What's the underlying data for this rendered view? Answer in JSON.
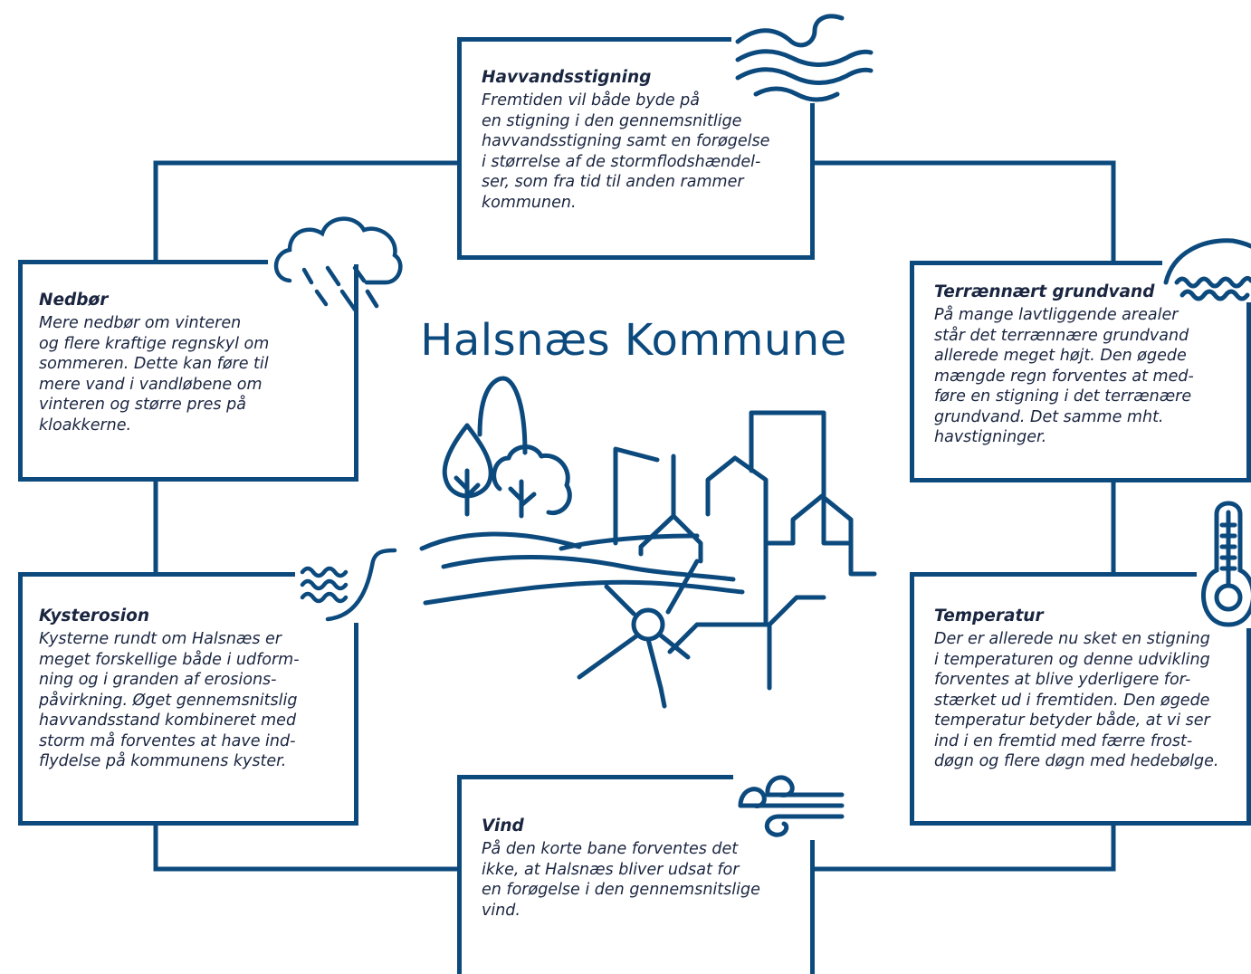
{
  "colors": {
    "accent": "#0c4a7e",
    "text": "#1a2540",
    "background": "#ffffff"
  },
  "title": "Halsnæs Kommune",
  "boxes": {
    "havvand": {
      "heading": "Havvandsstigning",
      "text": "Fremtiden vil både byde på\nen stigning i den gennemsnitlige\nhavvandsstigning samt en forøgelse\ni størrelse af de stormflodshændel-\nser, som fra tid til anden rammer\nkommunen.",
      "icon": "waves-icon"
    },
    "nedbor": {
      "heading": "Nedbør",
      "text": "Mere nedbør om vinteren\nog flere kraftige regnskyl om\nsommeren. Dette kan føre til\nmere vand i vandløbene om\nvinteren og større pres på\nkloakkerne.",
      "icon": "rain-cloud-icon"
    },
    "grundvand": {
      "heading": "Terrænnært grundvand",
      "text": "På mange lavtliggende arealer\nstår det terrænnære grundvand\nallerede meget højt. Den øgede\nmængde regn forventes at med-\nføre en stigning i det terrænære\ngrundvand. Det samme mht.\nhavstigninger.",
      "icon": "groundwater-icon"
    },
    "kysterosion": {
      "heading": "Kysterosion",
      "text": "Kysterne rundt om Halsnæs er\nmeget forskellige både i udform-\nning og i granden af erosions-\npåvirkning. Øget gennemsnitslig\nhavvandsstand kombineret med\nstorm må forventes at have ind-\nflydelse på kommunens kyster.",
      "icon": "coast-erosion-icon"
    },
    "temperatur": {
      "heading": "Temperatur",
      "text": "Der er allerede nu sket en stigning\ni temperaturen og denne udvikling\nforventes at blive yderligere for-\nstærket ud i fremtiden. Den øgede\ntemperatur betyder både, at vi ser\nind i en fremtid med færre frost-\ndøgn og flere døgn med hedebølge.",
      "icon": "thermometer-icon"
    },
    "vind": {
      "heading": "Vind",
      "text": "På den korte bane forventes det\nikke, at Halsnæs bliver udsat for\nen forøgelse i den gennemsnitslige\nvind.",
      "icon": "wind-icon"
    }
  },
  "central_illustration": "town-landscape-icon"
}
